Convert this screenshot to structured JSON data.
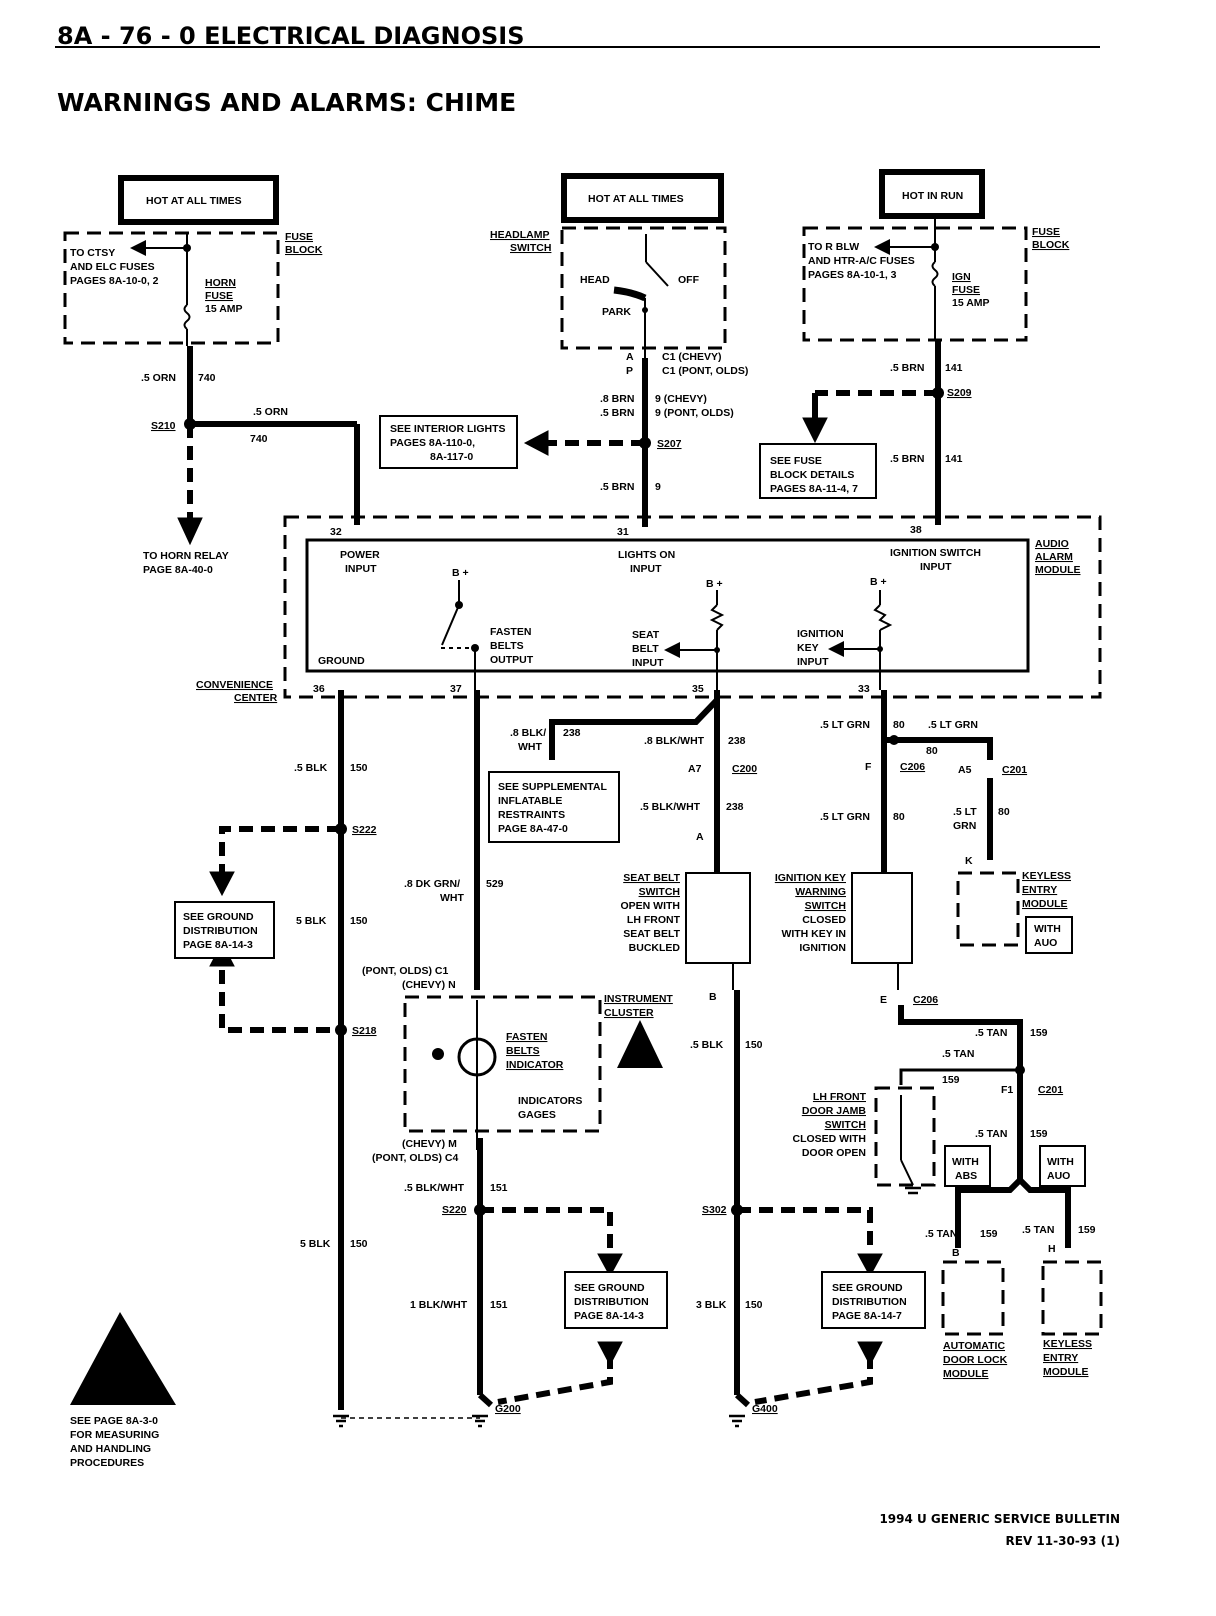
{
  "header": {
    "page": "8A - 76 - 0 ELECTRICAL DIAGNOSIS",
    "title": "WARNINGS AND ALARMS:  CHIME"
  },
  "footer": {
    "bulletin": "1994 U GENERIC SERVICE BULLETIN",
    "rev": "REV 11-30-93 (1)"
  },
  "source_boxes": {
    "left": "HOT AT ALL TIMES",
    "mid": "HOT AT ALL TIMES",
    "right": "HOT IN RUN"
  },
  "left_fuse": {
    "fuse_block": [
      "FUSE",
      "BLOCK"
    ],
    "to_ctsy": [
      "TO CTSY",
      "AND ELC FUSES",
      "PAGES 8A-10-0, 2"
    ],
    "fuse": [
      "HORN",
      "FUSE",
      "15 AMP"
    ],
    "wire1": ".5 ORN",
    "circ1": "740",
    "splice": "S210",
    "wire2": ".5 ORN",
    "circ2": "740",
    "horn_relay": [
      "TO HORN RELAY",
      "PAGE 8A-40-0"
    ]
  },
  "headlamp": {
    "switch_label": [
      "HEADLAMP",
      "SWITCH"
    ],
    "head": "HEAD",
    "off": "OFF",
    "park": "PARK",
    "conn_a": "A",
    "conn_p": "P",
    "c1_chevy": "C1  (CHEVY)",
    "c1_pont": "C1  (PONT, OLDS)",
    "w1": ".8 BRN",
    "c1": "9  (CHEVY)",
    "w2": ".5 BRN",
    "c2": "9  (PONT, OLDS)",
    "splice": "S207",
    "see_interior": [
      "SEE INTERIOR LIGHTS",
      "PAGES 8A-110-0,",
      "8A-117-0"
    ],
    "w3": ".5 BRN",
    "c3": "9"
  },
  "ign": {
    "fuse_block": [
      "FUSE",
      "BLOCK"
    ],
    "to_rblw": [
      "TO R BLW",
      "AND HTR-A/C FUSES",
      "PAGES 8A-10-1, 3"
    ],
    "fuse": [
      "IGN",
      "FUSE",
      "15 AMP"
    ],
    "w1": ".5 BRN",
    "c1": "141",
    "splice": "S209",
    "see_fuse": [
      "SEE FUSE",
      "BLOCK DETAILS",
      "PAGES 8A-11-4, 7"
    ],
    "w2": ".5 BRN",
    "c2": "141"
  },
  "module": {
    "name": [
      "AUDIO",
      "ALARM",
      "MODULE"
    ],
    "pins_top": [
      "32",
      "31",
      "38"
    ],
    "power": [
      "POWER",
      "INPUT"
    ],
    "lights": [
      "LIGHTS ON",
      "INPUT"
    ],
    "ignsw": [
      "IGNITION SWITCH",
      "INPUT"
    ],
    "bplus": "B +",
    "fasten": [
      "FASTEN",
      "BELTS",
      "OUTPUT"
    ],
    "seat": [
      "SEAT",
      "BELT",
      "INPUT"
    ],
    "ignkey": [
      "IGNITION",
      "KEY",
      "INPUT"
    ],
    "ground": "GROUND",
    "conv": [
      "CONVENIENCE",
      "CENTER"
    ],
    "pins_bot": [
      "36",
      "37",
      "35",
      "33"
    ]
  },
  "seatbelt": {
    "w1": ".8 BLK/",
    "w1b": "WHT",
    "c1": "238",
    "see_sir": [
      "SEE SUPPLEMENTAL",
      "INFLATABLE",
      "RESTRAINTS",
      "PAGE 8A-47-0"
    ],
    "w2": ".8 BLK/WHT",
    "c2": "238",
    "a7": "A7",
    "c200": "C200",
    "w3": ".5 BLK/WHT",
    "c3": "238",
    "a": "A",
    "switch": [
      "SEAT BELT",
      "SWITCH",
      "OPEN WITH",
      "LH FRONT",
      "SEAT BELT",
      "BUCKLED"
    ],
    "b": "B",
    "w4": ".5 BLK",
    "c4": "150",
    "splice": "S302",
    "see_gnd": [
      "SEE GROUND",
      "DISTRIBUTION",
      "PAGE 8A-14-7"
    ],
    "w5": "3 BLK",
    "c5": "150",
    "gnd": "G400"
  },
  "ground_left": {
    "w1": ".5 BLK",
    "c1": "150",
    "s222": "S222",
    "see_gnd": [
      "SEE GROUND",
      "DISTRIBUTION",
      "PAGE 8A-14-3"
    ],
    "w2": "5 BLK",
    "c2": "150",
    "s218": "S218",
    "w3": "5 BLK",
    "c3": "150"
  },
  "cluster": {
    "w1": ".8 DK GRN/",
    "w1b": "WHT",
    "c1": "529",
    "pont_c1": "(PONT, OLDS)  C1",
    "chevy_n": "(CHEVY)  N",
    "name": [
      "INSTRUMENT",
      "CLUSTER"
    ],
    "fasten": [
      "FASTEN",
      "BELTS",
      "INDICATOR"
    ],
    "ind": [
      "INDICATORS",
      "GAGES"
    ],
    "chevy_m": "(CHEVY)  M",
    "pont_c4": "(PONT, OLDS)  C4",
    "w2": ".5 BLK/WHT",
    "c2": "151",
    "splice": "S220",
    "see_gnd": [
      "SEE GROUND",
      "DISTRIBUTION",
      "PAGE 8A-14-3"
    ],
    "w3": "1 BLK/WHT",
    "c3": "151",
    "gnd": "G200"
  },
  "ignkey": {
    "w1": ".5 LT GRN",
    "c1": "80",
    "w2": ".5 LT GRN",
    "c2": "80",
    "f": "F",
    "c206": "C206",
    "a5": "A5",
    "c201": "C201",
    "w3": ".5 LT GRN",
    "c3": "80",
    "w4": ".5 LT",
    "w4b": "GRN",
    "c4": "80",
    "k": "K",
    "switch": [
      "IGNITION KEY",
      "WARNING",
      "SWITCH",
      "CLOSED",
      "WITH KEY IN",
      "IGNITION"
    ],
    "keyless": [
      "KEYLESS",
      "ENTRY",
      "MODULE"
    ],
    "with_auo": [
      "WITH",
      "AUO"
    ],
    "e": "E",
    "c206b": "C206",
    "w5": ".5 TAN",
    "c5": "159",
    "w6": ".5 TAN",
    "c6": "159",
    "f1": "F1",
    "c201b": "C201",
    "door": [
      "LH FRONT",
      "DOOR JAMB",
      "SWITCH",
      "CLOSED WITH",
      "DOOR OPEN"
    ],
    "w7": ".5 TAN",
    "c7": "159",
    "with_abs": [
      "WITH",
      "ABS"
    ],
    "with_auo2": [
      "WITH",
      "AUO"
    ],
    "w8": ".5 TAN",
    "c8": "159",
    "b": "B",
    "w9": ".5 TAN",
    "c9": "159",
    "h": "H",
    "adl": [
      "AUTOMATIC",
      "DOOR LOCK",
      "MODULE"
    ],
    "kem": [
      "KEYLESS",
      "ENTRY",
      "MODULE"
    ]
  },
  "esd": [
    "SEE PAGE 8A-3-0",
    "FOR MEASURING",
    "AND HANDLING",
    "PROCEDURES"
  ]
}
